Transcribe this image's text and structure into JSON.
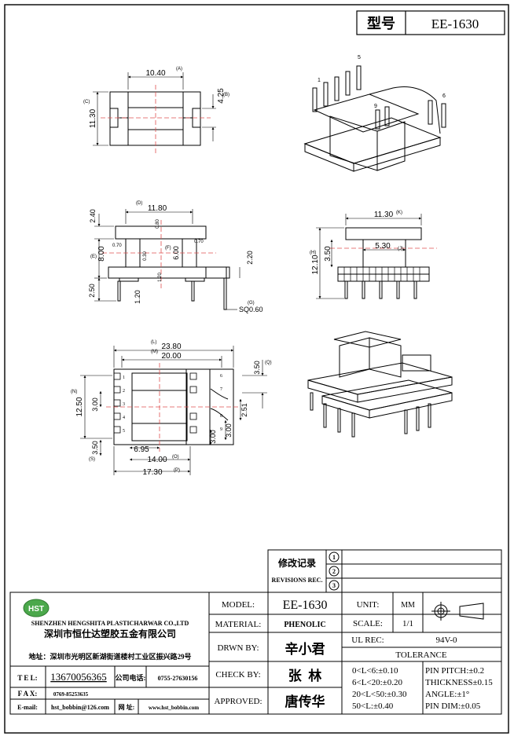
{
  "header": {
    "model_label": "型号",
    "model_value": "EE-1630"
  },
  "top_view": {
    "width": "10.40",
    "width_ref": "(A)",
    "height": "11.30",
    "height_ref": "(C)",
    "slot": "4.25",
    "slot_ref": "(B)"
  },
  "front_view": {
    "width": "11.80",
    "width_ref": "(D)",
    "top_h": "2.40",
    "body_h": "8.00",
    "body_ref": "(E)",
    "d080": "0.80",
    "d070a": "0.70",
    "d070b": "0.70",
    "d030": "0.30",
    "d600": "6.00",
    "d600_ref": "(F)",
    "d120a": "1.20",
    "d220": "2.20",
    "pin_len": "2.50",
    "d120b": "1.20",
    "pin_size": "SQ0.60",
    "pin_ref": "(G)"
  },
  "side_view": {
    "width": "11.30",
    "width_ref": "(K)",
    "inner": "5.30",
    "inner_ref": "(J)",
    "height": "12.10",
    "height_ref": "(H)",
    "d350": "3.50"
  },
  "bottom_view": {
    "overall": "23.80",
    "overall_ref": "(L)",
    "inner": "20.00",
    "inner_ref": "(M)",
    "height": "12.50",
    "height_ref": "(N)",
    "d300a": "3.00",
    "d350a": "3.50",
    "d350a_ref": "(Q)",
    "d251": "2.51",
    "d300b": "3.00",
    "d300c": "3.00",
    "d695": "6.95",
    "d1400": "14.00",
    "d1400_ref": "(O)",
    "d350b": "3.50",
    "d350b_ref": "(S)",
    "d1730": "17.30",
    "d1730_ref": "(P)",
    "pins_left": [
      "1",
      "2",
      "3",
      "4",
      "5"
    ],
    "pins_right": [
      "6",
      "7",
      "8",
      "9"
    ]
  },
  "iso_top": {
    "pin_a": "1",
    "pin_b": "5",
    "pin_c": "9",
    "pin_d": "6"
  },
  "revisions": {
    "title_cn": "修改记录",
    "title_en": "REVISIONS REC.",
    "rows": [
      "1",
      "2",
      "3"
    ]
  },
  "company": {
    "logo": "HST",
    "name_en": "SHENZHEN HENGSHITA PLASTICHARWAR CO.,LTD",
    "name_cn": "深圳市恒仕达塑胶五金有限公司",
    "address": "地址：深圳市光明区新湖街道楼村工业区振兴路29号",
    "tel_label": "T E L:",
    "tel": "13670056365",
    "phone_label": "公司电话:",
    "phone": "0755-27630156",
    "fax_label": "F A X:",
    "fax": "0769-85253635",
    "email_label": "E-mail:",
    "email": "hst_bobbin@126.com",
    "web_label": "网 址:",
    "web": "www.hst_bobbin.com"
  },
  "titleblock": {
    "model_label": "MODEL:",
    "model_value": "EE-1630",
    "material_label": "MATERIAL:",
    "material_value": "PHENOLIC",
    "drawn_label": "DRWN BY:",
    "drawn_value": "辛小君",
    "check_label": "CHECK BY:",
    "check_value": "张  林",
    "approved_label": "APPROVED:",
    "approved_value": "唐传华",
    "unit_label": "UNIT:",
    "unit_value": "MM",
    "scale_label": "SCALE:",
    "scale_value": "1/1",
    "ul_label": "UL REC:",
    "ul_value": "94V-0",
    "tolerance_title": "TOLERANCE",
    "tolerances": [
      "0<L<6:±0.10",
      "6<L<20:±0.20",
      "20<L<50:±0.30",
      "50<L:±0.40"
    ],
    "pin_tolerances": [
      "PIN PITCH:±0.2",
      "THICKNESS±0.15",
      "ANGLE:±1°",
      "PIN DIM:±0.05"
    ]
  }
}
